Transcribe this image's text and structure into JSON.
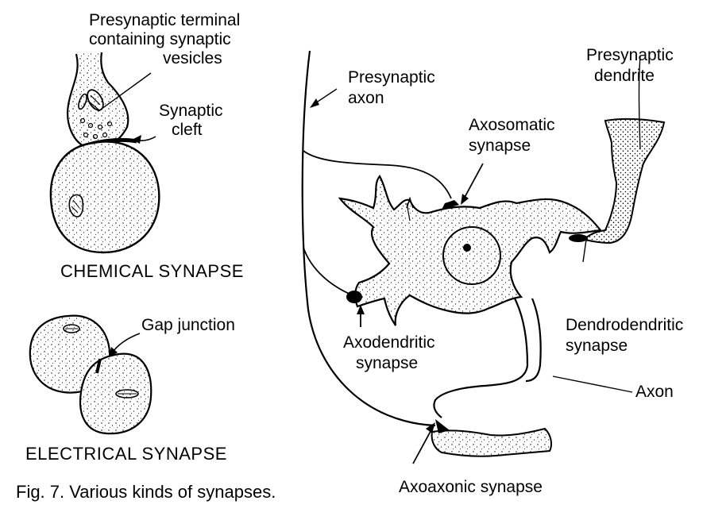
{
  "figure": {
    "caption": "Fig. 7.  Various kinds of synapses."
  },
  "chemical": {
    "title": "CHEMICAL  SYNAPSE",
    "label_terminal_1": "Presynaptic terminal",
    "label_terminal_2": "containing synaptic",
    "label_terminal_3": "vesicles",
    "label_cleft_1": "Synaptic",
    "label_cleft_2": "cleft"
  },
  "electrical": {
    "title": "ELECTRICAL  SYNAPSE",
    "label_gap": "Gap junction"
  },
  "neuron": {
    "presynaptic_axon_1": "Presynaptic",
    "presynaptic_axon_2": "axon",
    "axosomatic_1": "Axosomatic",
    "axosomatic_2": "synapse",
    "presynaptic_dendrite_1": "Presynaptic",
    "presynaptic_dendrite_2": "dendrite",
    "dendrodendritic_1": "Dendrodendritic",
    "dendrodendritic_2": "synapse",
    "axodendritic_1": "Axodendritic",
    "axodendritic_2": "synapse",
    "axon": "Axon",
    "axoaxonic": "Axoaxonic synapse"
  }
}
